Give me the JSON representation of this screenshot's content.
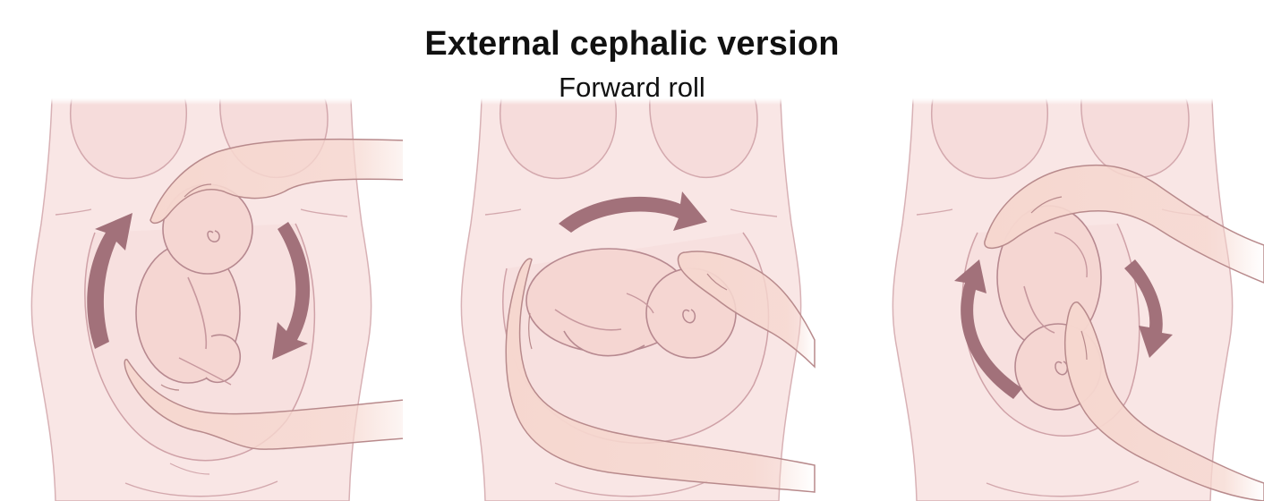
{
  "figure": {
    "title": "External cephalic version",
    "subtitle": "Forward roll"
  },
  "colors": {
    "skin": "#f7e1e0",
    "skin_shade": "#f3d3d1",
    "outline": "#c79aa0",
    "hand": "#f6d7cf",
    "hand_outline": "#b88a8c",
    "arrow": "#a2717a",
    "fetus": "#f5d6d2",
    "fetus_outline": "#b78990"
  },
  "panels": [
    {
      "step": 1,
      "rotation_arrows": 2
    },
    {
      "step": 2,
      "rotation_arrows": 1
    },
    {
      "step": 3,
      "rotation_arrows": 2
    }
  ]
}
